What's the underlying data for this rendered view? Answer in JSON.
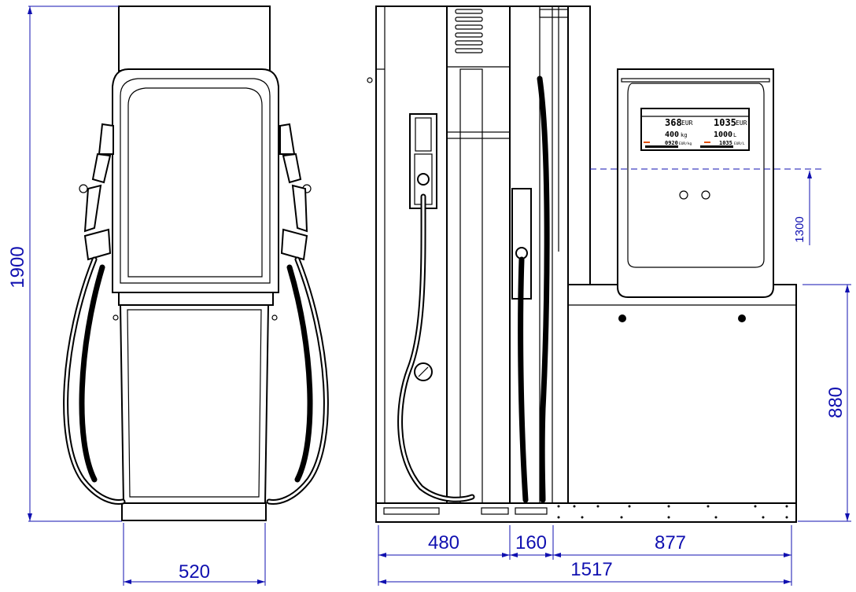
{
  "dimensions": {
    "total_height": "1900",
    "front_width": "520",
    "display_height": "1300",
    "base_height": "880",
    "section_a": "480",
    "section_b": "160",
    "section_c": "877",
    "total_width": "1517"
  },
  "display": {
    "amount_left": "368",
    "currency_left": "EUR",
    "amount_right": "1035",
    "currency_right": "EUR",
    "volume_left": "400",
    "volume_left_unit": "kg",
    "volume_right": "1000",
    "volume_right_unit": "L",
    "price_left": "0920",
    "price_left_unit": "EUR/kg",
    "price_right": "1035",
    "price_right_unit": "EUR/L"
  },
  "colors": {
    "dimension": "#1010b0",
    "display_indicator": "#e05010"
  }
}
